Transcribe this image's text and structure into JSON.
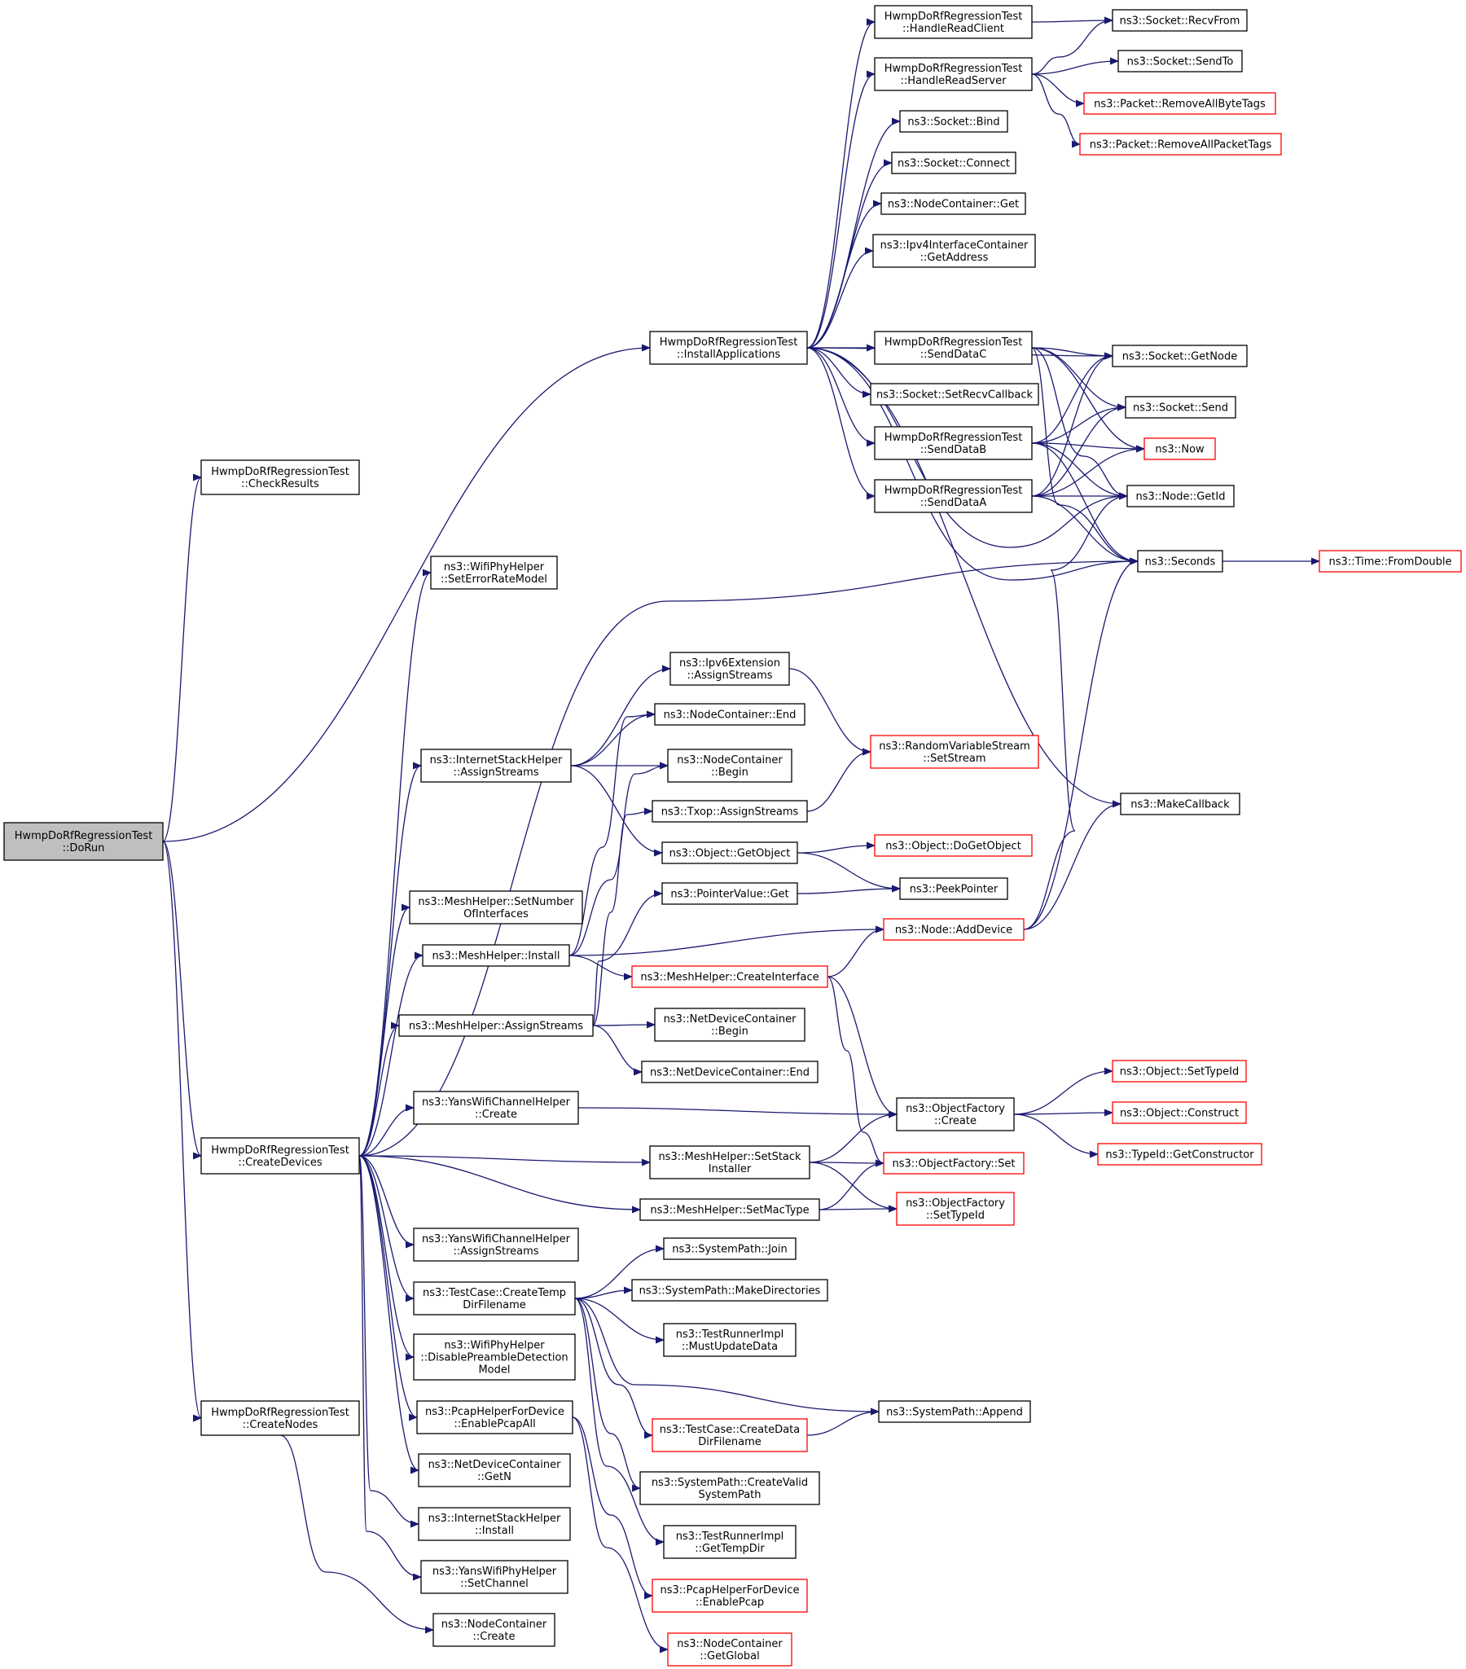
{
  "diagram": {
    "kind": "call-graph",
    "colors": {
      "edge": "#191970",
      "node_border_normal": "#000000",
      "node_border_truncated": "#ff0000",
      "root_fill": "#bfbfbf",
      "node_fill": "#ffffff"
    },
    "nodes": [
      {
        "id": "dorun",
        "lines": [
          "HwmpDoRfRegressionTest",
          "::DoRun"
        ],
        "style": "root"
      },
      {
        "id": "checkresults",
        "lines": [
          "HwmpDoRfRegressionTest",
          "::CheckResults"
        ],
        "style": "normal"
      },
      {
        "id": "createdevices",
        "lines": [
          "HwmpDoRfRegressionTest",
          "::CreateDevices"
        ],
        "style": "normal"
      },
      {
        "id": "createnodes",
        "lines": [
          "HwmpDoRfRegressionTest",
          "::CreateNodes"
        ],
        "style": "normal"
      },
      {
        "id": "installapps",
        "lines": [
          "HwmpDoRfRegressionTest",
          "::InstallApplications"
        ],
        "style": "normal"
      },
      {
        "id": "handlereadclient",
        "lines": [
          "HwmpDoRfRegressionTest",
          "::HandleReadClient"
        ],
        "style": "normal"
      },
      {
        "id": "handlereadserver",
        "lines": [
          "HwmpDoRfRegressionTest",
          "::HandleReadServer"
        ],
        "style": "normal"
      },
      {
        "id": "socketbind",
        "lines": [
          "ns3::Socket::Bind"
        ],
        "style": "normal"
      },
      {
        "id": "socketconnect",
        "lines": [
          "ns3::Socket::Connect"
        ],
        "style": "normal"
      },
      {
        "id": "nodecontainerget",
        "lines": [
          "ns3::NodeContainer::Get"
        ],
        "style": "normal"
      },
      {
        "id": "ipv4getaddress",
        "lines": [
          "ns3::Ipv4InterfaceContainer",
          "::GetAddress"
        ],
        "style": "normal"
      },
      {
        "id": "senddatac",
        "lines": [
          "HwmpDoRfRegressionTest",
          "::SendDataC"
        ],
        "style": "normal"
      },
      {
        "id": "setrecvcallback",
        "lines": [
          "ns3::Socket::SetRecvCallback"
        ],
        "style": "normal"
      },
      {
        "id": "senddatab",
        "lines": [
          "HwmpDoRfRegressionTest",
          "::SendDataB"
        ],
        "style": "normal"
      },
      {
        "id": "senddataa",
        "lines": [
          "HwmpDoRfRegressionTest",
          "::SendDataA"
        ],
        "style": "normal"
      },
      {
        "id": "recvfrom",
        "lines": [
          "ns3::Socket::RecvFrom"
        ],
        "style": "normal"
      },
      {
        "id": "sendto",
        "lines": [
          "ns3::Socket::SendTo"
        ],
        "style": "normal"
      },
      {
        "id": "removeallbytetags",
        "lines": [
          "ns3::Packet::RemoveAllByteTags"
        ],
        "style": "truncated"
      },
      {
        "id": "removeallpackettags",
        "lines": [
          "ns3::Packet::RemoveAllPacketTags"
        ],
        "style": "truncated"
      },
      {
        "id": "socketgetnode",
        "lines": [
          "ns3::Socket::GetNode"
        ],
        "style": "normal"
      },
      {
        "id": "socketsend",
        "lines": [
          "ns3::Socket::Send"
        ],
        "style": "normal"
      },
      {
        "id": "now",
        "lines": [
          "ns3::Now"
        ],
        "style": "truncated"
      },
      {
        "id": "nodegetid",
        "lines": [
          "ns3::Node::GetId"
        ],
        "style": "normal"
      },
      {
        "id": "seconds",
        "lines": [
          "ns3::Seconds"
        ],
        "style": "normal"
      },
      {
        "id": "fromdouble",
        "lines": [
          "ns3::Time::FromDouble"
        ],
        "style": "truncated"
      },
      {
        "id": "wifiseterrorratemodel",
        "lines": [
          "ns3::WifiPhyHelper",
          "::SetErrorRateModel"
        ],
        "style": "normal"
      },
      {
        "id": "ipv6assignstreams",
        "lines": [
          "ns3::Ipv6Extension",
          "::AssignStreams"
        ],
        "style": "normal"
      },
      {
        "id": "nodecontainerend",
        "lines": [
          "ns3::NodeContainer::End"
        ],
        "style": "normal"
      },
      {
        "id": "nodecontainerbegin",
        "lines": [
          "ns3::NodeContainer",
          "::Begin"
        ],
        "style": "normal"
      },
      {
        "id": "rvssetstream",
        "lines": [
          "ns3::RandomVariableStream",
          "::SetStream"
        ],
        "style": "truncated"
      },
      {
        "id": "internetassignstreams",
        "lines": [
          "ns3::InternetStackHelper",
          "::AssignStreams"
        ],
        "style": "normal"
      },
      {
        "id": "txopassignstreams",
        "lines": [
          "ns3::Txop::AssignStreams"
        ],
        "style": "normal"
      },
      {
        "id": "makecallback",
        "lines": [
          "ns3::MakeCallback"
        ],
        "style": "normal"
      },
      {
        "id": "objectgetobject",
        "lines": [
          "ns3::Object::GetObject"
        ],
        "style": "normal"
      },
      {
        "id": "objectdogetobject",
        "lines": [
          "ns3::Object::DoGetObject"
        ],
        "style": "truncated"
      },
      {
        "id": "peekpointer",
        "lines": [
          "ns3::PeekPointer"
        ],
        "style": "normal"
      },
      {
        "id": "pointervalueget",
        "lines": [
          "ns3::PointerValue::Get"
        ],
        "style": "normal"
      },
      {
        "id": "meshsetnumberofinterfaces",
        "lines": [
          "ns3::MeshHelper::SetNumber",
          "OfInterfaces"
        ],
        "style": "normal"
      },
      {
        "id": "nodeadddevice",
        "lines": [
          "ns3::Node::AddDevice"
        ],
        "style": "truncated"
      },
      {
        "id": "meshinstall",
        "lines": [
          "ns3::MeshHelper::Install"
        ],
        "style": "normal"
      },
      {
        "id": "meshcreateinterface",
        "lines": [
          "ns3::MeshHelper::CreateInterface"
        ],
        "style": "truncated"
      },
      {
        "id": "meshassignstreams",
        "lines": [
          "ns3::MeshHelper::AssignStreams"
        ],
        "style": "normal"
      },
      {
        "id": "netdevbegin",
        "lines": [
          "ns3::NetDeviceContainer",
          "::Begin"
        ],
        "style": "normal"
      },
      {
        "id": "netdevend",
        "lines": [
          "ns3::NetDeviceContainer::End"
        ],
        "style": "normal"
      },
      {
        "id": "objectsettypeid",
        "lines": [
          "ns3::Object::SetTypeId"
        ],
        "style": "truncated"
      },
      {
        "id": "yanschannelcreate",
        "lines": [
          "ns3::YansWifiChannelHelper",
          "::Create"
        ],
        "style": "normal"
      },
      {
        "id": "objectfactorycreate",
        "lines": [
          "ns3::ObjectFactory",
          "::Create"
        ],
        "style": "normal"
      },
      {
        "id": "objectconstruct",
        "lines": [
          "ns3::Object::Construct"
        ],
        "style": "truncated"
      },
      {
        "id": "typeidgetconstructor",
        "lines": [
          "ns3::TypeId::GetConstructor"
        ],
        "style": "truncated"
      },
      {
        "id": "meshsetstackinstaller",
        "lines": [
          "ns3::MeshHelper::SetStack",
          "Installer"
        ],
        "style": "normal"
      },
      {
        "id": "objectfactoryset",
        "lines": [
          "ns3::ObjectFactory::Set"
        ],
        "style": "truncated"
      },
      {
        "id": "meshsetmactype",
        "lines": [
          "ns3::MeshHelper::SetMacType"
        ],
        "style": "normal"
      },
      {
        "id": "objectfactorysettypeid",
        "lines": [
          "ns3::ObjectFactory",
          "::SetTypeId"
        ],
        "style": "truncated"
      },
      {
        "id": "yanschannelassignstreams",
        "lines": [
          "ns3::YansWifiChannelHelper",
          "::AssignStreams"
        ],
        "style": "normal"
      },
      {
        "id": "systempathjoin",
        "lines": [
          "ns3::SystemPath::Join"
        ],
        "style": "normal"
      },
      {
        "id": "createtempdirfilename",
        "lines": [
          "ns3::TestCase::CreateTemp",
          "DirFilename"
        ],
        "style": "normal"
      },
      {
        "id": "systempathmakedirectories",
        "lines": [
          "ns3::SystemPath::MakeDirectories"
        ],
        "style": "normal"
      },
      {
        "id": "mustupdatedata",
        "lines": [
          "ns3::TestRunnerImpl",
          "::MustUpdateData"
        ],
        "style": "normal"
      },
      {
        "id": "disablepreamble",
        "lines": [
          "ns3::WifiPhyHelper",
          "::DisablePreambleDetection",
          "Model"
        ],
        "style": "normal"
      },
      {
        "id": "systempathappend",
        "lines": [
          "ns3::SystemPath::Append"
        ],
        "style": "normal"
      },
      {
        "id": "enablepcapall",
        "lines": [
          "ns3::PcapHelperForDevice",
          "::EnablePcapAll"
        ],
        "style": "normal"
      },
      {
        "id": "createdatadirfilename",
        "lines": [
          "ns3::TestCase::CreateData",
          "DirFilename"
        ],
        "style": "truncated"
      },
      {
        "id": "netdevgetn",
        "lines": [
          "ns3::NetDeviceContainer",
          "::GetN"
        ],
        "style": "normal"
      },
      {
        "id": "createvalidsystempath",
        "lines": [
          "ns3::SystemPath::CreateValid",
          "SystemPath"
        ],
        "style": "normal"
      },
      {
        "id": "internetinstall",
        "lines": [
          "ns3::InternetStackHelper",
          "::Install"
        ],
        "style": "normal"
      },
      {
        "id": "gettempdir",
        "lines": [
          "ns3::TestRunnerImpl",
          "::GetTempDir"
        ],
        "style": "normal"
      },
      {
        "id": "yansphysetchannel",
        "lines": [
          "ns3::YansWifiPhyHelper",
          "::SetChannel"
        ],
        "style": "normal"
      },
      {
        "id": "enablepcap",
        "lines": [
          "ns3::PcapHelperForDevice",
          "::EnablePcap"
        ],
        "style": "truncated"
      },
      {
        "id": "nodecontainercreate",
        "lines": [
          "ns3::NodeContainer",
          "::Create"
        ],
        "style": "normal"
      },
      {
        "id": "nodecontainergetglobal",
        "lines": [
          "ns3::NodeContainer",
          "::GetGlobal"
        ],
        "style": "truncated"
      }
    ],
    "edges": [
      {
        "from": "dorun",
        "to": "checkresults"
      },
      {
        "from": "dorun",
        "to": "installapps"
      },
      {
        "from": "dorun",
        "to": "createdevices"
      },
      {
        "from": "dorun",
        "to": "createnodes"
      },
      {
        "from": "installapps",
        "to": "handlereadclient"
      },
      {
        "from": "installapps",
        "to": "handlereadserver"
      },
      {
        "from": "installapps",
        "to": "socketbind"
      },
      {
        "from": "installapps",
        "to": "socketconnect"
      },
      {
        "from": "installapps",
        "to": "nodecontainerget"
      },
      {
        "from": "installapps",
        "to": "ipv4getaddress"
      },
      {
        "from": "installapps",
        "to": "senddatac"
      },
      {
        "from": "installapps",
        "to": "socketgetnode"
      },
      {
        "from": "installapps",
        "to": "setrecvcallback"
      },
      {
        "from": "installapps",
        "to": "senddatab"
      },
      {
        "from": "installapps",
        "to": "senddataa"
      },
      {
        "from": "installapps",
        "to": "nodegetid"
      },
      {
        "from": "installapps",
        "to": "seconds"
      },
      {
        "from": "installapps",
        "to": "makecallback"
      },
      {
        "from": "handlereadclient",
        "to": "recvfrom"
      },
      {
        "from": "handlereadserver",
        "to": "recvfrom"
      },
      {
        "from": "handlereadserver",
        "to": "sendto"
      },
      {
        "from": "handlereadserver",
        "to": "removeallbytetags"
      },
      {
        "from": "handlereadserver",
        "to": "removeallpackettags"
      },
      {
        "from": "senddatac",
        "to": "socketgetnode"
      },
      {
        "from": "senddatac",
        "to": "socketsend"
      },
      {
        "from": "senddatac",
        "to": "now"
      },
      {
        "from": "senddatac",
        "to": "nodegetid"
      },
      {
        "from": "senddatac",
        "to": "seconds"
      },
      {
        "from": "senddatab",
        "to": "socketgetnode"
      },
      {
        "from": "senddatab",
        "to": "socketsend"
      },
      {
        "from": "senddatab",
        "to": "now"
      },
      {
        "from": "senddatab",
        "to": "nodegetid"
      },
      {
        "from": "senddatab",
        "to": "seconds"
      },
      {
        "from": "senddataa",
        "to": "socketgetnode"
      },
      {
        "from": "senddataa",
        "to": "socketsend"
      },
      {
        "from": "senddataa",
        "to": "now"
      },
      {
        "from": "senddataa",
        "to": "nodegetid"
      },
      {
        "from": "senddataa",
        "to": "seconds"
      },
      {
        "from": "seconds",
        "to": "fromdouble"
      },
      {
        "from": "createdevices",
        "to": "wifiseterrorratemodel"
      },
      {
        "from": "createdevices",
        "to": "seconds"
      },
      {
        "from": "createdevices",
        "to": "internetassignstreams"
      },
      {
        "from": "createdevices",
        "to": "meshsetnumberofinterfaces"
      },
      {
        "from": "createdevices",
        "to": "meshinstall"
      },
      {
        "from": "createdevices",
        "to": "meshassignstreams"
      },
      {
        "from": "createdevices",
        "to": "yanschannelcreate"
      },
      {
        "from": "createdevices",
        "to": "meshsetstackinstaller"
      },
      {
        "from": "createdevices",
        "to": "meshsetmactype"
      },
      {
        "from": "createdevices",
        "to": "yanschannelassignstreams"
      },
      {
        "from": "createdevices",
        "to": "createtempdirfilename"
      },
      {
        "from": "createdevices",
        "to": "disablepreamble"
      },
      {
        "from": "createdevices",
        "to": "enablepcapall"
      },
      {
        "from": "createdevices",
        "to": "netdevgetn"
      },
      {
        "from": "createdevices",
        "to": "internetinstall"
      },
      {
        "from": "createdevices",
        "to": "yansphysetchannel"
      },
      {
        "from": "createnodes",
        "to": "nodecontainercreate"
      },
      {
        "from": "internetassignstreams",
        "to": "ipv6assignstreams"
      },
      {
        "from": "internetassignstreams",
        "to": "nodecontainerend"
      },
      {
        "from": "internetassignstreams",
        "to": "nodecontainerbegin"
      },
      {
        "from": "internetassignstreams",
        "to": "objectgetobject"
      },
      {
        "from": "ipv6assignstreams",
        "to": "rvssetstream"
      },
      {
        "from": "txopassignstreams",
        "to": "rvssetstream"
      },
      {
        "from": "objectgetobject",
        "to": "objectdogetobject"
      },
      {
        "from": "objectgetobject",
        "to": "peekpointer"
      },
      {
        "from": "pointervalueget",
        "to": "peekpointer"
      },
      {
        "from": "meshinstall",
        "to": "nodecontainerend"
      },
      {
        "from": "meshinstall",
        "to": "nodecontainerbegin"
      },
      {
        "from": "meshinstall",
        "to": "nodeadddevice"
      },
      {
        "from": "meshinstall",
        "to": "meshcreateinterface"
      },
      {
        "from": "meshassignstreams",
        "to": "pointervalueget"
      },
      {
        "from": "meshassignstreams",
        "to": "txopassignstreams"
      },
      {
        "from": "meshassignstreams",
        "to": "netdevbegin"
      },
      {
        "from": "meshassignstreams",
        "to": "netdevend"
      },
      {
        "from": "meshcreateinterface",
        "to": "nodeadddevice"
      },
      {
        "from": "meshcreateinterface",
        "to": "objectfactorycreate"
      },
      {
        "from": "meshcreateinterface",
        "to": "objectfactoryset"
      },
      {
        "from": "nodeadddevice",
        "to": "nodegetid"
      },
      {
        "from": "nodeadddevice",
        "to": "seconds"
      },
      {
        "from": "nodeadddevice",
        "to": "makecallback"
      },
      {
        "from": "yanschannelcreate",
        "to": "objectfactorycreate"
      },
      {
        "from": "objectfactorycreate",
        "to": "objectsettypeid"
      },
      {
        "from": "objectfactorycreate",
        "to": "objectconstruct"
      },
      {
        "from": "objectfactorycreate",
        "to": "typeidgetconstructor"
      },
      {
        "from": "meshsetstackinstaller",
        "to": "objectfactorycreate"
      },
      {
        "from": "meshsetstackinstaller",
        "to": "objectfactoryset"
      },
      {
        "from": "meshsetstackinstaller",
        "to": "objectfactorysettypeid"
      },
      {
        "from": "meshsetmactype",
        "to": "objectfactoryset"
      },
      {
        "from": "meshsetmactype",
        "to": "objectfactorysettypeid"
      },
      {
        "from": "createtempdirfilename",
        "to": "systempathjoin"
      },
      {
        "from": "createtempdirfilename",
        "to": "systempathmakedirectories"
      },
      {
        "from": "createtempdirfilename",
        "to": "mustupdatedata"
      },
      {
        "from": "createtempdirfilename",
        "to": "systempathappend"
      },
      {
        "from": "createtempdirfilename",
        "to": "createdatadirfilename"
      },
      {
        "from": "createtempdirfilename",
        "to": "createvalidsystempath"
      },
      {
        "from": "createtempdirfilename",
        "to": "gettempdir"
      },
      {
        "from": "createdatadirfilename",
        "to": "systempathappend"
      },
      {
        "from": "enablepcapall",
        "to": "enablepcap"
      },
      {
        "from": "enablepcapall",
        "to": "nodecontainergetglobal"
      }
    ]
  }
}
